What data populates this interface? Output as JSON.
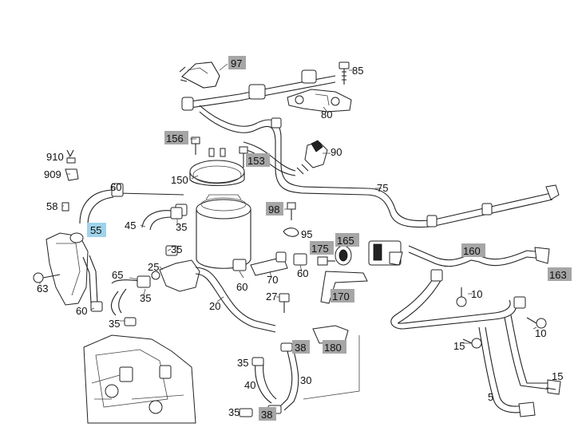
{
  "callouts": [
    {
      "id": "c97",
      "text": "97",
      "box": "gray"
    },
    {
      "id": "c85",
      "text": "85",
      "box": "none"
    },
    {
      "id": "c80",
      "text": "80",
      "box": "none"
    },
    {
      "id": "c156",
      "text": "156",
      "box": "gray"
    },
    {
      "id": "c153",
      "text": "153",
      "box": "gray"
    },
    {
      "id": "c90",
      "text": "90",
      "box": "none"
    },
    {
      "id": "c150",
      "text": "150",
      "box": "none"
    },
    {
      "id": "c910",
      "text": "910",
      "box": "none"
    },
    {
      "id": "c909",
      "text": "909",
      "box": "none"
    },
    {
      "id": "c60a",
      "text": "60",
      "box": "none"
    },
    {
      "id": "c75",
      "text": "75",
      "box": "none"
    },
    {
      "id": "c58",
      "text": "58",
      "box": "none"
    },
    {
      "id": "c98",
      "text": "98",
      "box": "gray"
    },
    {
      "id": "c45",
      "text": "45",
      "box": "none"
    },
    {
      "id": "c35a",
      "text": "35",
      "box": "none"
    },
    {
      "id": "c55",
      "text": "55",
      "box": "blue"
    },
    {
      "id": "c95",
      "text": "95",
      "box": "none"
    },
    {
      "id": "c175",
      "text": "175",
      "box": "gray"
    },
    {
      "id": "c165",
      "text": "165",
      "box": "gray"
    },
    {
      "id": "c160",
      "text": "160",
      "box": "gray"
    },
    {
      "id": "c35b",
      "text": "35",
      "box": "none"
    },
    {
      "id": "c25",
      "text": "25",
      "box": "none"
    },
    {
      "id": "c65",
      "text": "65",
      "box": "none"
    },
    {
      "id": "c63",
      "text": "63",
      "box": "none"
    },
    {
      "id": "c60b",
      "text": "60",
      "box": "none"
    },
    {
      "id": "c70",
      "text": "70",
      "box": "none"
    },
    {
      "id": "c60c",
      "text": "60",
      "box": "none"
    },
    {
      "id": "c163",
      "text": "163",
      "box": "gray"
    },
    {
      "id": "c170",
      "text": "170",
      "box": "gray"
    },
    {
      "id": "c10a",
      "text": "10",
      "box": "none"
    },
    {
      "id": "c35c",
      "text": "35",
      "box": "none"
    },
    {
      "id": "c27",
      "text": "27",
      "box": "none"
    },
    {
      "id": "c60d",
      "text": "60",
      "box": "none"
    },
    {
      "id": "c20",
      "text": "20",
      "box": "none"
    },
    {
      "id": "c35d",
      "text": "35",
      "box": "none"
    },
    {
      "id": "c38a",
      "text": "38",
      "box": "gray"
    },
    {
      "id": "c180",
      "text": "180",
      "box": "gray"
    },
    {
      "id": "c10b",
      "text": "10",
      "box": "none"
    },
    {
      "id": "c15a",
      "text": "15",
      "box": "none"
    },
    {
      "id": "c35e",
      "text": "35",
      "box": "none"
    },
    {
      "id": "c30",
      "text": "30",
      "box": "none"
    },
    {
      "id": "c40",
      "text": "40",
      "box": "none"
    },
    {
      "id": "c15b",
      "text": "15",
      "box": "none"
    },
    {
      "id": "c5",
      "text": "5",
      "box": "none"
    },
    {
      "id": "c35f",
      "text": "35",
      "box": "none"
    },
    {
      "id": "c38b",
      "text": "38",
      "box": "gray"
    }
  ],
  "colors": {
    "gray_box": "#a6a6a6",
    "blue_box": "#9fd3ea",
    "ink": "#222222"
  }
}
